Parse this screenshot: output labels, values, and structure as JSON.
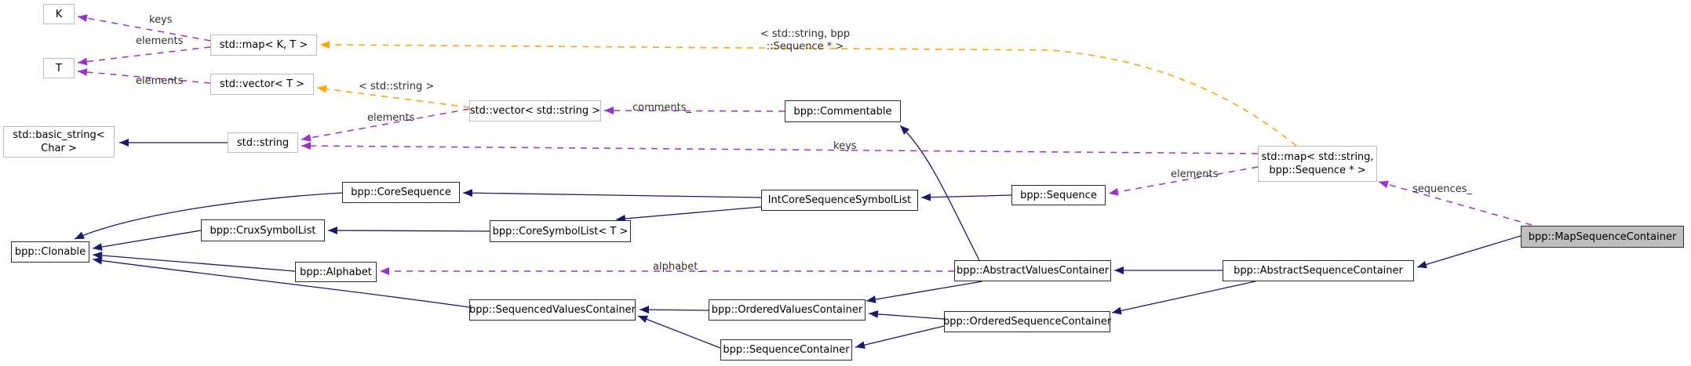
{
  "diagram": {
    "type": "class-collaboration-diagram",
    "focus_node": "bpp::MapSequenceContainer",
    "nodes": [
      {
        "id": "k",
        "label": "K",
        "kind": "external"
      },
      {
        "id": "t",
        "label": "T",
        "kind": "external"
      },
      {
        "id": "map-kt",
        "label": "std::map< K, T >",
        "kind": "external"
      },
      {
        "id": "vector-t",
        "label": "std::vector< T >",
        "kind": "external"
      },
      {
        "id": "vector-string",
        "label": "std::vector< std::string >",
        "kind": "external"
      },
      {
        "id": "commentable",
        "label": "bpp::Commentable",
        "kind": "class"
      },
      {
        "id": "basic-string",
        "line1": "std::basic_string<",
        "line2": "Char >",
        "kind": "external"
      },
      {
        "id": "string",
        "label": "std::string",
        "kind": "external"
      },
      {
        "id": "map-string-seq",
        "line1": "std::map< std::string,",
        "line2": "bpp::Sequence * >",
        "kind": "external"
      },
      {
        "id": "core-sequence",
        "label": "bpp::CoreSequence",
        "kind": "class"
      },
      {
        "id": "int-core-seq",
        "label": "IntCoreSequenceSymbolList",
        "kind": "class"
      },
      {
        "id": "sequence",
        "label": "bpp::Sequence",
        "kind": "class"
      },
      {
        "id": "clonable",
        "label": "bpp::Clonable",
        "kind": "class"
      },
      {
        "id": "crux-symbol-list",
        "label": "bpp::CruxSymbolList",
        "kind": "class"
      },
      {
        "id": "core-symbol-list",
        "label": "bpp::CoreSymbolList< T >",
        "kind": "class"
      },
      {
        "id": "alphabet",
        "label": "bpp::Alphabet",
        "kind": "class"
      },
      {
        "id": "abstract-values",
        "label": "bpp::AbstractValuesContainer",
        "kind": "class"
      },
      {
        "id": "abstract-seq",
        "label": "bpp::AbstractSequenceContainer",
        "kind": "class"
      },
      {
        "id": "sequenced-values",
        "label": "bpp::SequencedValuesContainer",
        "kind": "class"
      },
      {
        "id": "ordered-values",
        "label": "bpp::OrderedValuesContainer",
        "kind": "class"
      },
      {
        "id": "ordered-seq",
        "label": "bpp::OrderedSequenceContainer",
        "kind": "class"
      },
      {
        "id": "seq-container",
        "label": "bpp::SequenceContainer",
        "kind": "class"
      },
      {
        "id": "map-seq-container",
        "label": "bpp::MapSequenceContainer",
        "kind": "focus"
      }
    ],
    "edge_labels": {
      "keys_kt": "keys",
      "elements_map_t": "elements",
      "elements_vector_t": "elements",
      "template_vector_string": "< std::string >",
      "elements_vectorstring_string": "elements",
      "comments": "comments_",
      "template_map_line1": "< std::string, bpp",
      "template_map_line2": "::Sequence * >",
      "keys_map_string": "keys",
      "elements_map_sequence": "elements",
      "alphabet": "alphabet_",
      "sequences": "sequences_"
    },
    "colors": {
      "background": "#ffffff",
      "node_fill": "#ffffff",
      "focus_node_fill": "#bebebe",
      "class_border": "#2b2b2b",
      "external_border": "#bdbdbd",
      "inheritance_arrow": "#191970",
      "usage_arrow": "#9a32cd",
      "template_arrow": "#ffa500",
      "edge_label": "#303030",
      "text": "#000000"
    }
  }
}
